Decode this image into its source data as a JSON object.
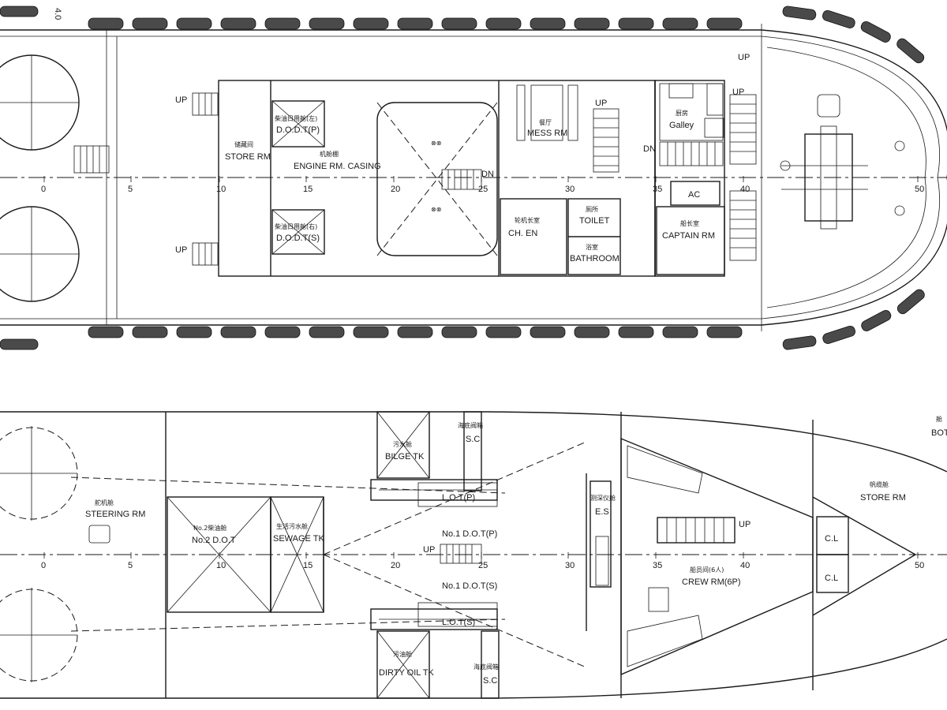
{
  "upper_deck": {
    "rooms": {
      "store_rm_cn": "储藏间",
      "store_rm": "STORE RM",
      "dodt_p_cn": "柴油日用舱(左)",
      "dodt_p": "D.O.D.T(P)",
      "dodt_s_cn": "柴油日用舱(右)",
      "dodt_s": "D.O.D.T(S)",
      "engine_casing_cn": "机舱棚",
      "engine_casing": "ENGINE RM. CASING",
      "mess_cn": "餐厅",
      "mess": "MESS RM",
      "galley_cn": "厨房",
      "galley": "Galley",
      "ch_en_cn": "轮机长室",
      "ch_en": "CH. EN",
      "toilet_cn": "厕所",
      "toilet": "TOILET",
      "bathroom_cn": "浴室",
      "bathroom": "BATHROOM",
      "captain_cn": "船长室",
      "captain": "CAPTAIN RM",
      "ac": "AC"
    },
    "up_labels": [
      "UP",
      "UP",
      "UP",
      "UP",
      "UP"
    ],
    "dn_labels": [
      "DN",
      "DN"
    ],
    "frames": [
      "0",
      "5",
      "10",
      "15",
      "20",
      "25",
      "30",
      "35",
      "40",
      "50"
    ]
  },
  "lower_deck": {
    "rooms": {
      "steering_cn": "舵机舱",
      "steering": "STEERING RM",
      "no2_dot_cn": "No.2柴油舱",
      "no2_dot": "No.2 D.O.T",
      "sewage_cn": "生活污水舱",
      "sewage": "SEWAGE TK",
      "bilge_cn": "污水舱",
      "bilge": "BILGE TK",
      "sc_top_cn": "海底阀箱",
      "sc_top": "S.C",
      "lot_p": "L.O.T(P)",
      "no1_dot_p": "No.1 D.O.T(P)",
      "no1_dot_s": "No.1 D.O.T(S)",
      "lot_s": "L.O.T(S)",
      "dirty_oil_cn": "污油舱",
      "dirty_oil": "DIRTY OIL TK",
      "sc_bot_cn": "海底阀箱",
      "sc_bot": "S.C",
      "es_cn": "测深仪舱",
      "es": "E.S",
      "crew_cn": "船员间(6人)",
      "crew": "CREW RM(6P)",
      "store_cn": "帆缆舱",
      "store": "STORE RM",
      "cl_top": "C.L",
      "cl_bot": "C.L",
      "bot_cn": "舱",
      "bot": "BOT"
    },
    "up_labels": [
      "UP",
      "UP"
    ],
    "frames": [
      "0",
      "5",
      "10",
      "15",
      "20",
      "25",
      "30",
      "35",
      "40",
      "50"
    ]
  },
  "corner_note": "4.0"
}
